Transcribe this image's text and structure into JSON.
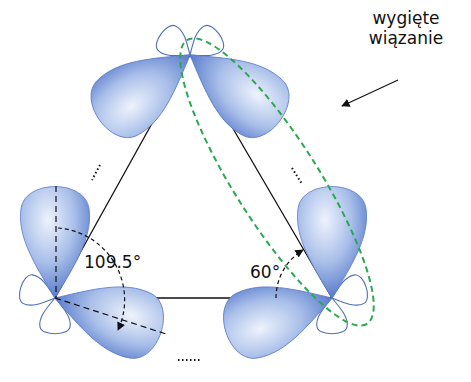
{
  "diagram": {
    "labels": [
      "wygięte wiązanie",
      "109.5°",
      "60°"
    ]
  }
}
